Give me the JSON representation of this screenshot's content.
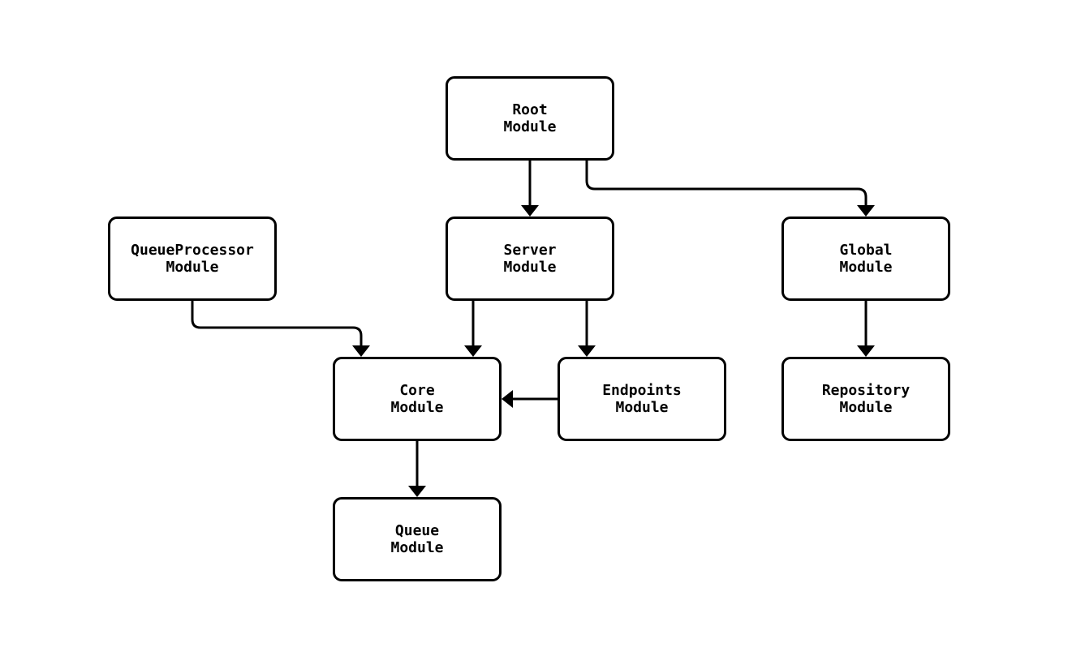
{
  "diagram": {
    "type": "flowchart",
    "direction": "top-down",
    "background_color": "#ffffff",
    "node_fill_color": "#ffffff",
    "node_border_color": "#000000",
    "edge_color": "#000000",
    "nodes": [
      {
        "id": "root",
        "line1": "Root",
        "line2": "Module"
      },
      {
        "id": "server",
        "line1": "Server",
        "line2": "Module"
      },
      {
        "id": "queueprocessor",
        "line1": "QueueProcessor",
        "line2": "Module"
      },
      {
        "id": "global",
        "line1": "Global",
        "line2": "Module"
      },
      {
        "id": "core",
        "line1": "Core",
        "line2": "Module"
      },
      {
        "id": "endpoints",
        "line1": "Endpoints",
        "line2": "Module"
      },
      {
        "id": "repository",
        "line1": "Repository",
        "line2": "Module"
      },
      {
        "id": "queue",
        "line1": "Queue",
        "line2": "Module"
      }
    ],
    "edges": [
      {
        "from": "root",
        "to": "server"
      },
      {
        "from": "root",
        "to": "global"
      },
      {
        "from": "queueprocessor",
        "to": "core"
      },
      {
        "from": "server",
        "to": "core"
      },
      {
        "from": "server",
        "to": "endpoints"
      },
      {
        "from": "endpoints",
        "to": "core"
      },
      {
        "from": "global",
        "to": "repository"
      },
      {
        "from": "core",
        "to": "queue"
      }
    ]
  }
}
